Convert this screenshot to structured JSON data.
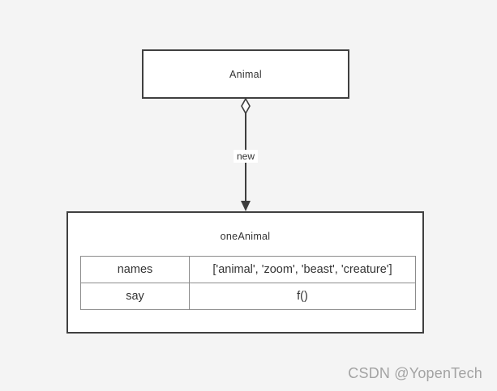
{
  "diagram": {
    "class_node": {
      "title": "Animal"
    },
    "edge": {
      "label": "new",
      "tail_decoration": "hollow-diamond",
      "head_decoration": "filled-arrow"
    },
    "object_node": {
      "title": "oneAnimal",
      "rows": [
        {
          "name": "names",
          "value": "['animal', 'zoom', 'beast', 'creature']"
        },
        {
          "name": "say",
          "value": "f()"
        }
      ]
    }
  },
  "watermark": "CSDN @YopenTech",
  "colors": {
    "background": "#f4f4f4",
    "node_border": "#404040",
    "table_border": "#8c8c8c",
    "text": "#333333",
    "watermark": "#a3a3a3"
  }
}
